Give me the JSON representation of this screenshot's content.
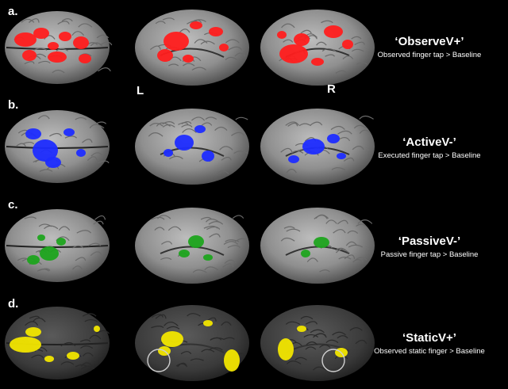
{
  "panels": [
    {
      "letter": "a.",
      "title": "‘ObserveV+’",
      "description": "Observed finger tap > Baseline",
      "color": "#ff1e1e",
      "dim": false
    },
    {
      "letter": "b.",
      "title": "‘ActiveV-’",
      "description": "Executed finger tap > Baseline",
      "color": "#1e2cff",
      "dim": false
    },
    {
      "letter": "c.",
      "title": "‘PassiveV-’",
      "description": "Passive finger tap > Baseline",
      "color": "#1ea41e",
      "dim": false
    },
    {
      "letter": "d.",
      "title": "‘StaticV+’",
      "description": "Observed static finger > Baseline",
      "color": "#f2e600",
      "dim": true
    }
  ],
  "hemispheres": {
    "left": "L",
    "right": "R"
  }
}
